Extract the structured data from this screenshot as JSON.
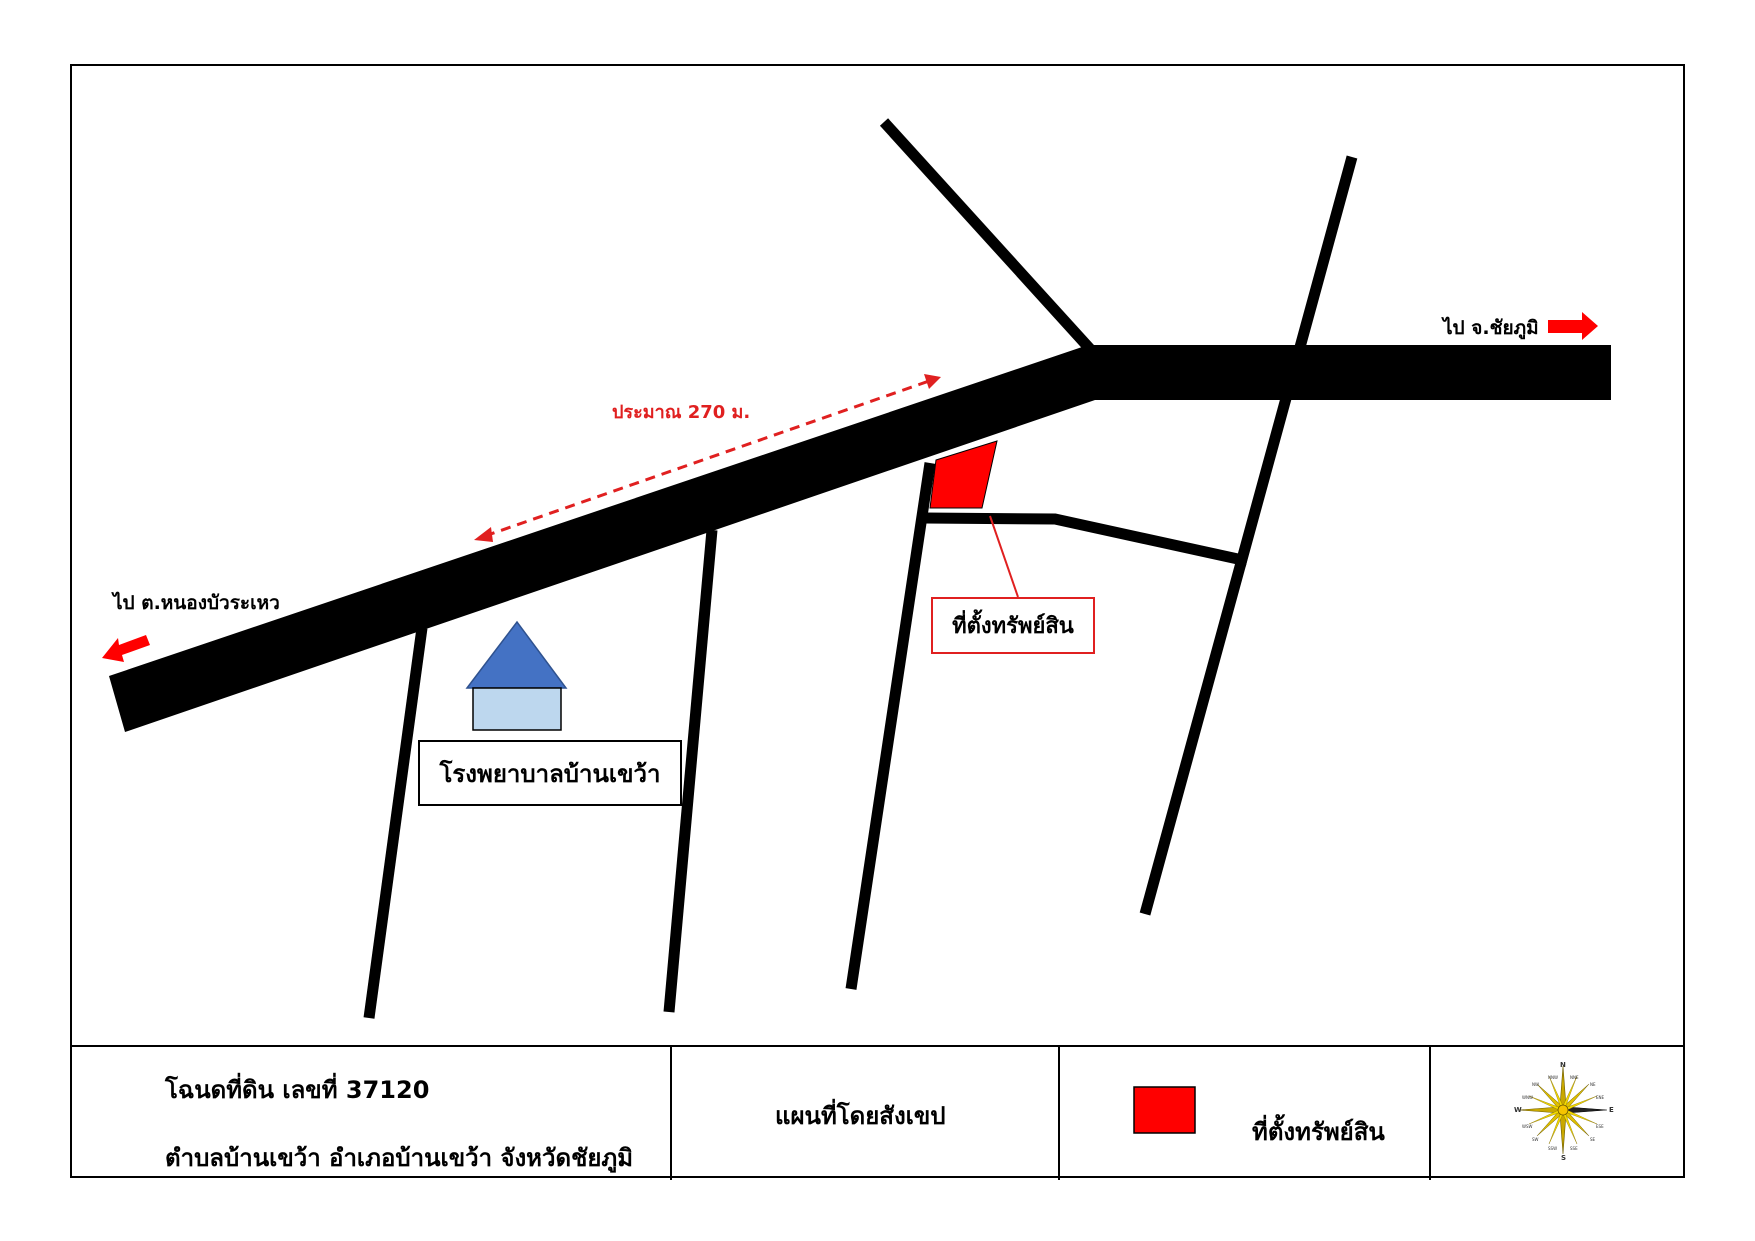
{
  "map": {
    "labels": {
      "to_west": "ไป ต.หนองบัวระเหว",
      "to_east": "ไป จ.ชัยภูมิ",
      "distance": "ประมาณ 270 ม.",
      "property": "ที่ตั้งทรัพย์สิน",
      "hospital": "โรงพยาบาลบ้านเขว้า"
    },
    "icons": {
      "hospital": "house-icon",
      "property": "property-parcel-icon",
      "west_arrow": "arrow-left-icon",
      "east_arrow": "arrow-right-icon"
    },
    "colors": {
      "road": "#000000",
      "property": "#ff0000",
      "pointer": "#e02020",
      "distance_text": "#e02020",
      "hospital_roof": "#4472c4",
      "hospital_body": "#bdd7ee"
    }
  },
  "legend": {
    "deed_line1": "โฉนดที่ดิน เลขที่ 37120",
    "deed_line2": "ตำบลบ้านเขว้า อำเภอบ้านเขว้า  จังหวัดชัยภูมิ",
    "map_title": "แผนที่โดยสังเขป",
    "property_label": "ที่ตั้งทรัพย์สิน",
    "compass": {
      "N": "N",
      "S": "S",
      "E": "E",
      "W": "W",
      "NNE": "NNE",
      "NNW": "NNW",
      "NE": "NE",
      "NW": "NW",
      "ENE": "ENE",
      "WNW": "WNW",
      "ESE": "ESE",
      "WSW": "WSW",
      "SE": "SE",
      "SW": "SW",
      "SSE": "SSE",
      "SSW": "SSW"
    }
  }
}
